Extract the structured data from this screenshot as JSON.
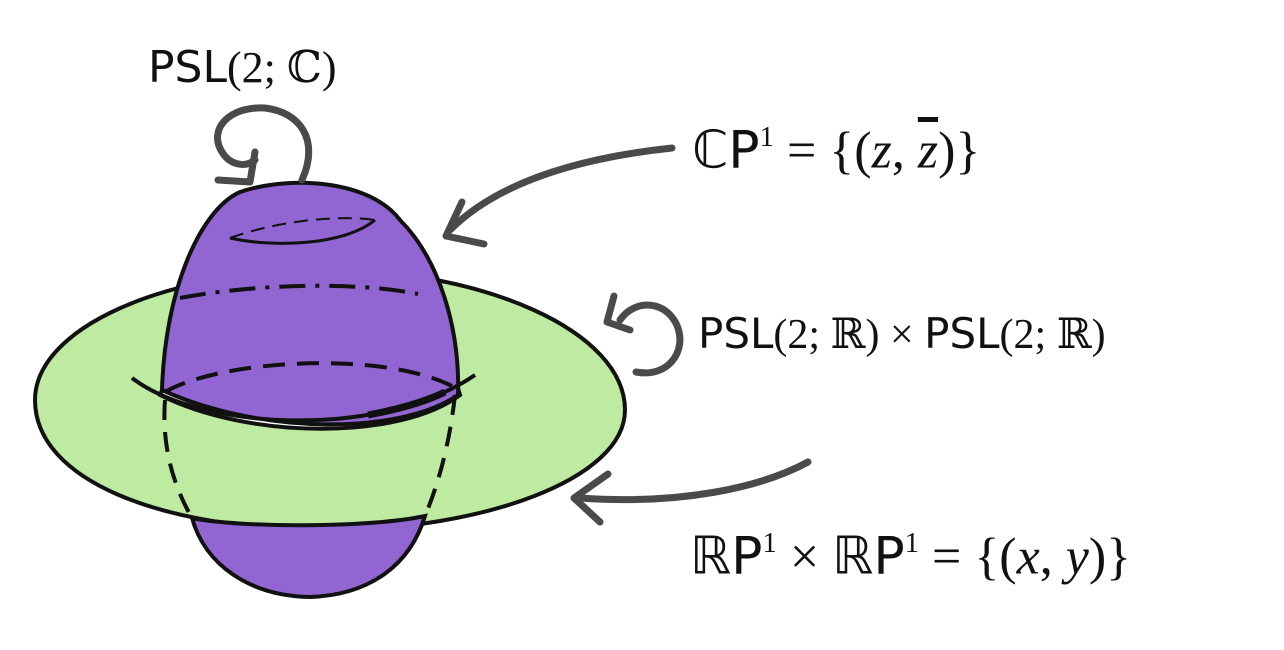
{
  "labels": {
    "psl2c": {
      "group": "PSL",
      "open": "(2; ",
      "field": "ℂ",
      "close": ")"
    },
    "cp1": {
      "space": "ℂP",
      "exp": "1",
      "eq": " = {(",
      "z": "z",
      "comma": ", ",
      "zbar": "z",
      "close": ")}"
    },
    "pslr": {
      "group1": "PSL",
      "open1": "(2; ",
      "field1": "ℝ",
      "close1": ")",
      "times": " × ",
      "group2": "PSL",
      "open2": "(2; ",
      "field2": "ℝ",
      "close2": ")"
    },
    "rp1": {
      "space1": "ℝP",
      "exp1": "1",
      "times": " × ",
      "space2": "ℝP",
      "exp2": "1",
      "eq": " = {(",
      "x": "x",
      "comma": ", ",
      "y": "y",
      "close": ")}"
    }
  },
  "colors": {
    "sphere_fill": "#9166d2",
    "plane_fill": "#bfeaa1",
    "outline": "#111111",
    "arrow": "#4a4a4a",
    "background": "#ffffff"
  },
  "icons": {
    "rotation_top": "circular-arrow-icon",
    "rotation_side": "circular-arrow-icon"
  }
}
